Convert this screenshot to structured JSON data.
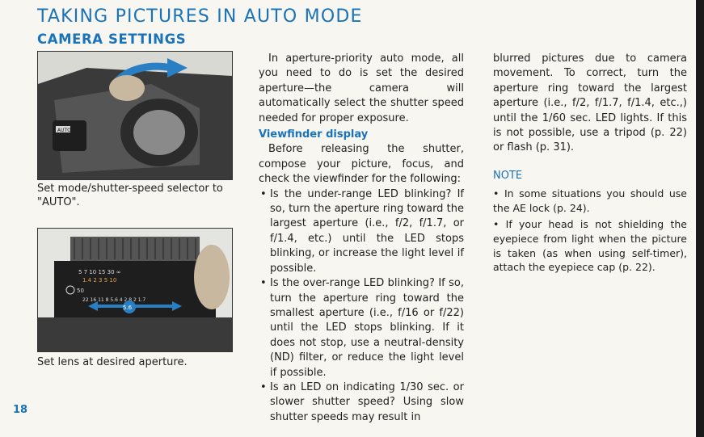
{
  "page": {
    "title": "TAKING PICTURES IN AUTO MODE",
    "subtitle": "CAMERA SETTINGS",
    "page_number": "18"
  },
  "figures": [
    {
      "caption": "Set mode/shutter-speed selector to \"AUTO\"."
    },
    {
      "caption": "Set lens at desired aperture."
    }
  ],
  "photo_labels": {
    "auto_tab": "AUTO",
    "scale_top": "5 7 10 15 30 ∞",
    "scale_mid": "1.4 2 3 5 10",
    "dial_50": "50",
    "aperture": "22 16 11 8 5.6 4 2.8 2 1.7",
    "selected": "5.6"
  },
  "col1": {
    "intro": "In aperture-priority auto mode, all you need to do is set the desired aperture—the camera will automatically select the shutter speed needed for proper exposure.",
    "heading": "Viewfinder display",
    "lead": "Before releasing the shutter, compose your picture, focus, and check the viewfinder for the following:",
    "bullets": [
      "Is the under-range LED blinking? If so, turn the aperture ring toward the largest aperture (i.e., f/2, f/1.7, or f/1.4, etc.) until the LED stops blinking, or increase the light level if possible.",
      "Is the over-range LED blinking? If so, turn the aperture ring toward the smallest aperture (i.e., f/16 or f/22) until the LED stops blinking. If it does not stop, use a neutral-density (ND) filter, or reduce the light level if possible.",
      "Is an LED on indicating 1/30 sec. or slower shutter speed? Using slow shutter speeds may result in"
    ]
  },
  "col3": {
    "continued": "blurred pictures due to camera movement. To correct, turn the aperture ring toward the largest aperture (i.e., f/2, f/1.7, f/1.4, etc.,) until the 1/60 sec. LED lights. If this is not possible, use a tripod (p. 22) or flash (p. 31).",
    "note_heading": "NOTE",
    "notes": [
      "• In some situations you should use the AE lock (p. 24).",
      "• If your head is not shielding the eyepiece from light when the picture is taken (as when using self-timer), attach the eyepiece cap (p. 22)."
    ]
  },
  "colors": {
    "accent": "#1a73b8",
    "text": "#1f1f1f",
    "paper": "#f7f6f1"
  }
}
